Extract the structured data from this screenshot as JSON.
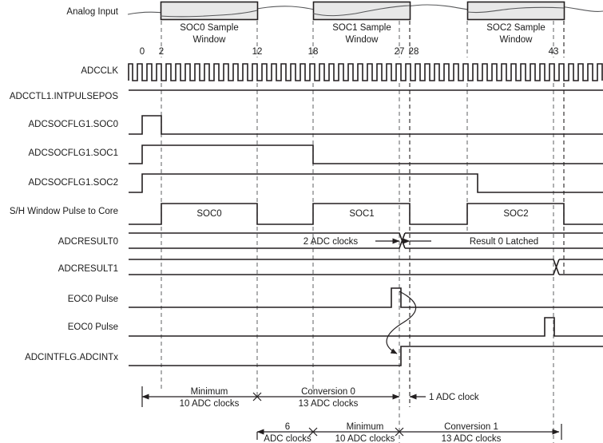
{
  "figure": {
    "type": "timing-diagram",
    "title": "ADC timing diagram"
  },
  "signals": [
    {
      "key": "analog_input",
      "label": "Analog Input"
    },
    {
      "key": "adcclk",
      "label": "ADCCLK"
    },
    {
      "key": "intpulsepos",
      "label": "ADCCTL1.INTPULSEPOS"
    },
    {
      "key": "socflg_soc0",
      "label": "ADCSOCFLG1.SOC0"
    },
    {
      "key": "socflg_soc1",
      "label": "ADCSOCFLG1.SOC1"
    },
    {
      "key": "socflg_soc2",
      "label": "ADCSOCFLG1.SOC2"
    },
    {
      "key": "sh_window",
      "label": "S/H Window Pulse to Core"
    },
    {
      "key": "adcresult0",
      "label": "ADCRESULT0"
    },
    {
      "key": "adcresult1",
      "label": "ADCRESULT1"
    },
    {
      "key": "eoc0_pulse_a",
      "label": "EOC0 Pulse"
    },
    {
      "key": "eoc0_pulse_b",
      "label": "EOC0 Pulse"
    },
    {
      "key": "adcintflg",
      "label": "ADCINTFLG.ADCINTx"
    }
  ],
  "sample_windows": [
    {
      "id": "soc0",
      "line1": "SOC0 Sample",
      "line2": "Window"
    },
    {
      "id": "soc1",
      "line1": "SOC1 Sample",
      "line2": "Window"
    },
    {
      "id": "soc2",
      "line1": "SOC2 Sample",
      "line2": "Window"
    }
  ],
  "clock_ticks": [
    {
      "label": "0"
    },
    {
      "label": "2"
    },
    {
      "label": "12"
    },
    {
      "label": "18"
    },
    {
      "label": "27"
    },
    {
      "label": "28"
    },
    {
      "label": "43"
    }
  ],
  "pulse_labels": [
    {
      "id": "sh0",
      "text": "SOC0"
    },
    {
      "id": "sh1",
      "text": "SOC1"
    },
    {
      "id": "sh2",
      "text": "SOC2"
    }
  ],
  "annotations": {
    "two_adc_clocks": "2 ADC clocks",
    "result0_latched": "Result 0 Latched",
    "one_adc_clock": "1 ADC clock"
  },
  "measure_row1": [
    {
      "id": "m1",
      "line1": "Minimum",
      "line2": "10 ADC clocks"
    },
    {
      "id": "m2",
      "line1": "Conversion 0",
      "line2": "13 ADC clocks"
    }
  ],
  "measure_row2": [
    {
      "id": "m3",
      "line1": "6",
      "line2": "ADC clocks"
    },
    {
      "id": "m4",
      "line1": "Minimum",
      "line2": "10 ADC clocks"
    },
    {
      "id": "m5",
      "line1": "Conversion 1",
      "line2": "13 ADC clocks"
    }
  ],
  "colors": {
    "signal": "#231f20",
    "dashed": "#6d6e71",
    "analog": "#58595b",
    "sample_box_fill": "#e8e8e8",
    "background": "#ffffff"
  }
}
